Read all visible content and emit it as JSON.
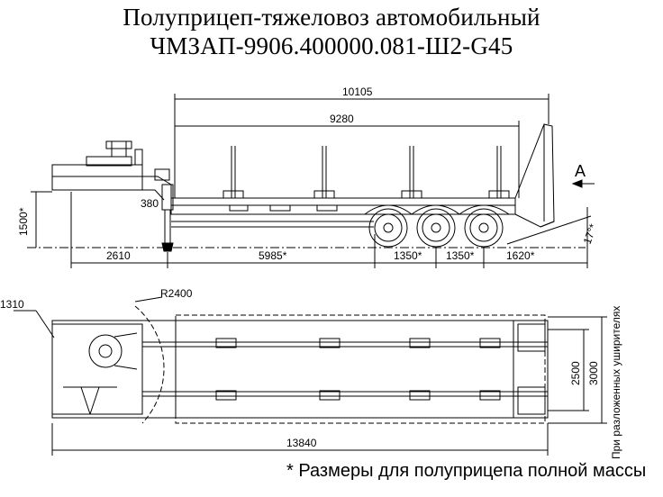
{
  "title": {
    "line1": "Полуприцеп-тяжеловоз автомобильный",
    "line2": "ЧМЗАП-9906.400000.081-Ш2-G45"
  },
  "side_view": {
    "dims": {
      "overall_length": "10105",
      "platform_length": "9280",
      "height": "1500*",
      "fifth_wheel_offset": "380",
      "front_overhang": "2610",
      "wheelbase": "5985*",
      "axle_spacing_1": "1350*",
      "axle_spacing_2": "1350*",
      "rear_overhang": "1620*",
      "ramp_angle": "17°*",
      "view_label": "A"
    }
  },
  "top_view": {
    "dims": {
      "front_radius": "1310",
      "turn_radius": "R2400",
      "total_length": "13840",
      "width": "2500",
      "width_extended": "3000",
      "extended_note": "При разложенных уширителях"
    }
  },
  "footnote": "* Размеры для полуприцепа полной массы"
}
